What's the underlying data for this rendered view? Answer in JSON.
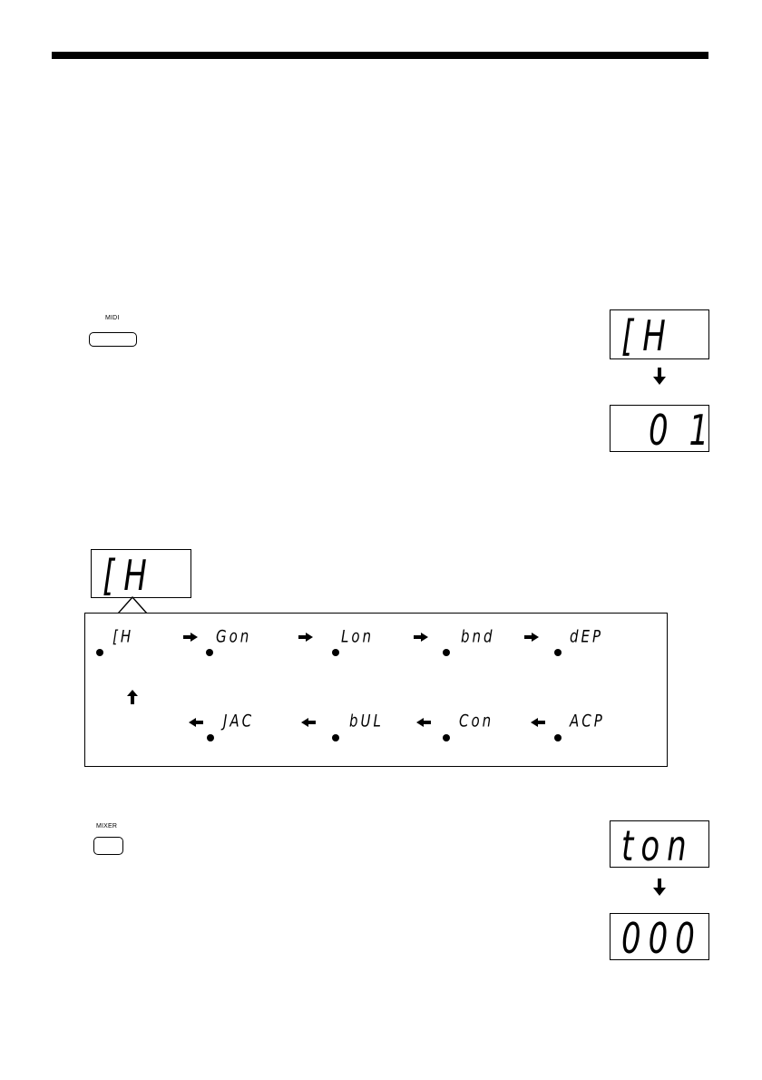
{
  "midi_section": {
    "button_label": "MIDI",
    "display_before": "[H",
    "display_after": "0 1"
  },
  "menu": {
    "current_display": "[H",
    "top_row": [
      "[H",
      "Gon",
      "Lon",
      "bnd",
      "dEP"
    ],
    "bottom_row": [
      "JAC",
      "bUL",
      "Con",
      "ACP"
    ]
  },
  "mixer_section": {
    "button_label": "MIXER",
    "display_before": "ton",
    "display_after": "000"
  },
  "icons": {
    "down_arrow": "down-arrow-icon",
    "right_arrow": "right-arrow-icon",
    "left_arrow": "left-arrow-icon",
    "up_arrow": "up-arrow-icon"
  }
}
